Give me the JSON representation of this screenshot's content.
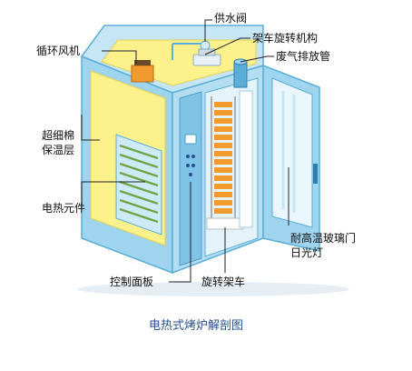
{
  "labels": {
    "water_valve": "供水阀",
    "rack_rotation": "架车旋转机构",
    "exhaust_pipe": "废气排放管",
    "circulation_fan": "循环风机",
    "insulation_line1": "超细棉",
    "insulation_line2": "保温层",
    "heating_element": "电热元件",
    "glass_door_line1": "耐高温玻璃门",
    "glass_door_line2": "日光灯",
    "control_panel": "控制面板",
    "rotating_rack": "旋转架车"
  },
  "caption": "电热式烤炉解剖图",
  "colors": {
    "shell_blue": "#9fd4ee",
    "shell_dark": "#5aaed8",
    "insulation_yellow": "#fdf18c",
    "heater_green": "#6ea548",
    "rack_orange": "#f29a2e",
    "caption_blue": "#2a4f8c"
  }
}
